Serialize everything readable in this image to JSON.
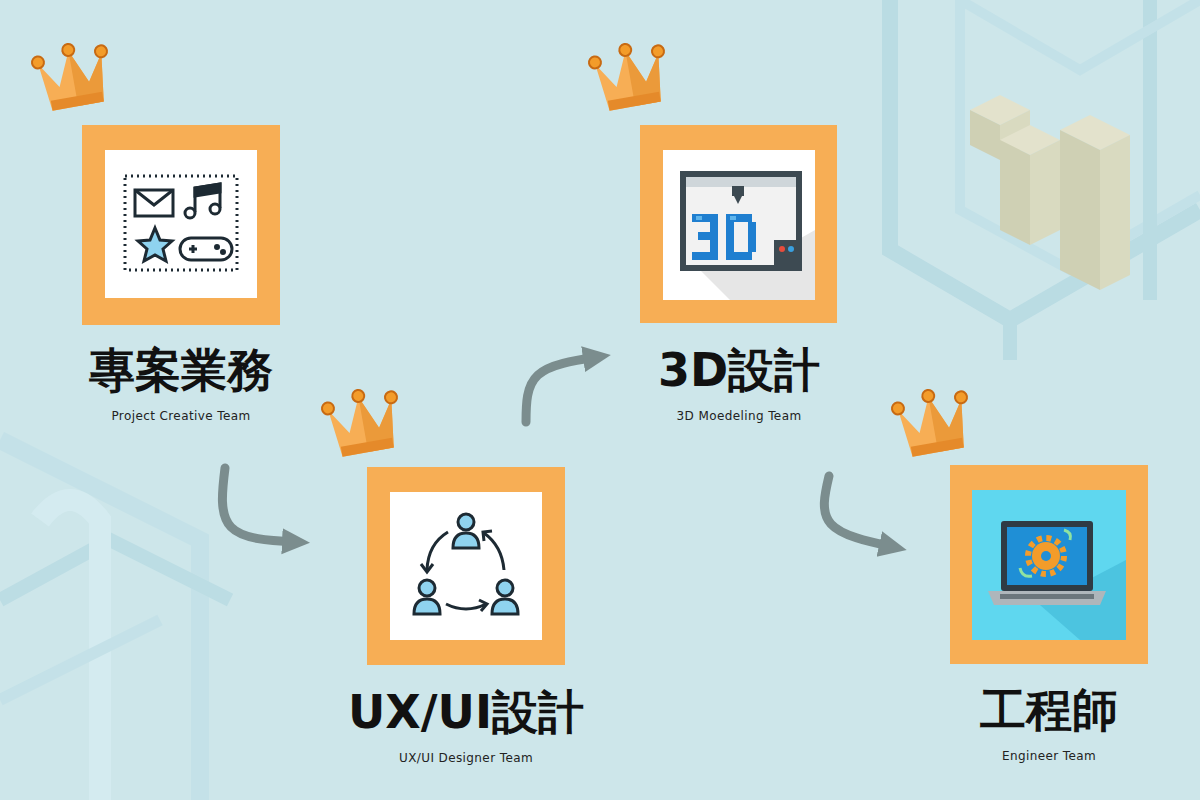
{
  "diagram": {
    "nodes": [
      {
        "text": [
          "專案業務",
          "Project Creative Team"
        ]
      },
      {
        "text": [
          "UX/UI設計",
          "UX/UI Designer Team"
        ]
      },
      {
        "text": [
          "3D設計",
          "3D Moedeling Team"
        ]
      },
      {
        "text": [
          "工程師",
          "Engineer Team"
        ]
      }
    ],
    "edges": [
      {
        "from": 0,
        "to": 1,
        "arrow": "to"
      },
      {
        "from": 1,
        "to": 2,
        "arrow": "to"
      },
      {
        "from": 2,
        "to": 3,
        "arrow": "to"
      }
    ]
  }
}
